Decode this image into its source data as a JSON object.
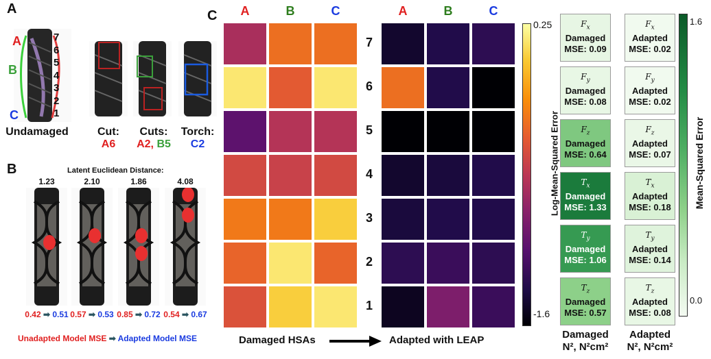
{
  "panel_a": {
    "letter": "A",
    "undamaged_labels": {
      "a": "A",
      "b": "B",
      "c": "C"
    },
    "section_numbers": [
      "7",
      "6",
      "5",
      "4",
      "3",
      "2",
      "1"
    ],
    "captions": [
      {
        "line1": "Undamaged",
        "line2": ""
      },
      {
        "line1": "Cut:",
        "line2a": "A6",
        "line2b": ""
      },
      {
        "line1": "Cuts:",
        "line2a": "A2,",
        "line2b": "B5"
      },
      {
        "line1": "Torch:",
        "line2a": "C2",
        "line2b": ""
      }
    ]
  },
  "panel_b": {
    "letter": "B",
    "title": "Latent Euclidean Distance:",
    "distances": [
      "1.23",
      "2.10",
      "1.86",
      "4.08"
    ],
    "mse_pairs": [
      {
        "before": "0.42",
        "after": "0.51"
      },
      {
        "before": "0.57",
        "after": "0.53"
      },
      {
        "before": "0.85",
        "after": "0.72"
      },
      {
        "before": "0.54",
        "after": "0.67"
      }
    ],
    "legend_unadapted": "Unadapted Model MSE",
    "legend_adapted": "Adapted Model MSE"
  },
  "panel_c": {
    "letter": "C",
    "columns": [
      "A",
      "B",
      "C"
    ],
    "rows": [
      "7",
      "6",
      "5",
      "4",
      "3",
      "2",
      "1"
    ],
    "left_caption": "Damaged HSAs",
    "right_caption": "Adapted with LEAP",
    "colorbar_label": "Log-Mean-Squared Error",
    "colorbar_ticks": [
      "0.25",
      "-1.6"
    ]
  },
  "chart_data": [
    {
      "type": "heatmap",
      "title": "",
      "columns": [
        "A",
        "B",
        "C"
      ],
      "rows": [
        "7",
        "6",
        "5",
        "4",
        "3",
        "2",
        "1"
      ],
      "scale_range": [
        -1.6,
        0.25
      ],
      "values": [
        [
          -0.75,
          -0.35,
          -0.35
        ],
        [
          0.15,
          -0.45,
          0.15
        ],
        [
          -1.1,
          -0.7,
          -0.7
        ],
        [
          -0.55,
          -0.6,
          -0.55
        ],
        [
          -0.3,
          -0.3,
          0.05
        ],
        [
          -0.4,
          0.15,
          -0.4
        ],
        [
          -0.5,
          0.05,
          0.15
        ]
      ],
      "caption": "Damaged HSAs"
    },
    {
      "type": "heatmap",
      "title": "",
      "columns": [
        "A",
        "B",
        "C"
      ],
      "rows": [
        "7",
        "6",
        "5",
        "4",
        "3",
        "2",
        "1"
      ],
      "scale_range": [
        -1.6,
        0.25
      ],
      "values": [
        [
          -1.45,
          -1.35,
          -1.3
        ],
        [
          -0.35,
          -1.35,
          -1.6
        ],
        [
          -1.6,
          -1.6,
          -1.6
        ],
        [
          -1.45,
          -1.4,
          -1.35
        ],
        [
          -1.4,
          -1.35,
          -1.35
        ],
        [
          -1.3,
          -1.25,
          -1.3
        ],
        [
          -1.5,
          -0.95,
          -1.25
        ]
      ],
      "caption": "Adapted with LEAP"
    },
    {
      "type": "table",
      "title": "",
      "columns": [
        "Damaged",
        "Adapted"
      ],
      "column_units": [
        "N², N²cm²",
        "N², N²cm²"
      ],
      "rows": [
        {
          "component": "F",
          "sub": "x",
          "damaged": 0.09,
          "adapted": 0.02
        },
        {
          "component": "F",
          "sub": "y",
          "damaged": 0.08,
          "adapted": 0.02
        },
        {
          "component": "F",
          "sub": "z",
          "damaged": 0.64,
          "adapted": 0.07
        },
        {
          "component": "T",
          "sub": "x",
          "damaged": 1.33,
          "adapted": 0.18
        },
        {
          "component": "T",
          "sub": "y",
          "damaged": 1.06,
          "adapted": 0.14
        },
        {
          "component": "T",
          "sub": "z",
          "damaged": 0.57,
          "adapted": 0.08
        }
      ],
      "damaged_word": "Damaged",
      "adapted_word": "Adapted",
      "mse_prefix": "MSE: ",
      "colorbar_label": "Mean-Squared Error",
      "colorbar_ticks": [
        "1.6",
        "0.0"
      ],
      "scale_range": [
        0.0,
        1.6
      ]
    }
  ]
}
